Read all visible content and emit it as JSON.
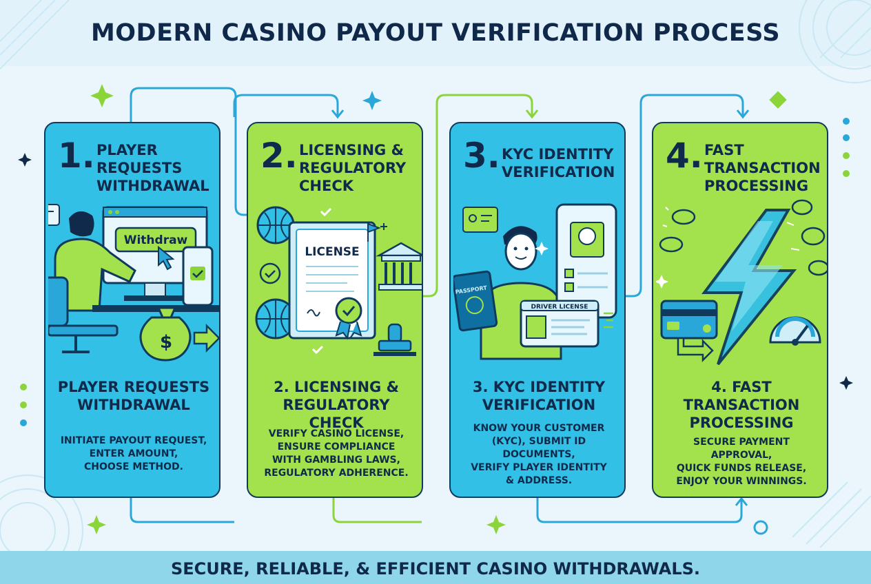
{
  "title": "MODERN CASINO PAYOUT VERIFICATION PROCESS",
  "footer": "SECURE, RELIABLE, & EFFICIENT CASINO WITHDRAWALS.",
  "colors": {
    "blue_card": "#33c0e6",
    "green_card": "#a3e24d",
    "outline": "#0f3a5c",
    "text": "#10294a",
    "connector_blue": "#2aa7d9",
    "connector_green": "#8bd43a"
  },
  "steps": [
    {
      "number": "1.",
      "heading": [
        "PLAYER",
        "REQUESTS",
        "WITHDRAWAL"
      ],
      "subheading": [
        "PLAYER REQUESTS",
        "WITHDRAWAL"
      ],
      "description": [
        "INITIATE PAYOUT REQUEST,",
        "ENTER AMOUNT,",
        "CHOOSE METHOD."
      ],
      "button_label": "Withdraw",
      "icon": "money-bag-icon"
    },
    {
      "number": "2.",
      "heading": [
        "LICENSING &",
        "REGULATORY",
        "CHECK"
      ],
      "subheading": [
        "2. LICENSING &",
        "REGULATORY CHECK"
      ],
      "description": [
        "VERIFY CASINO LICENSE,",
        "ENSURE COMPLIANCE",
        "WITH GAMBLING LAWS,",
        "REGULATORY ADHERENCE."
      ],
      "license_label": "LICENSE",
      "icon": "license-certificate-icon"
    },
    {
      "number": "3.",
      "heading": [
        "KYC IDENTITY",
        "VERIFICATION"
      ],
      "subheading": [
        "3. KYC IDENTITY",
        "VERIFICATION"
      ],
      "description": [
        "KNOW YOUR CUSTOMER",
        "(KYC), SUBMIT ID",
        "DOCUMENTS,",
        "VERIFY PLAYER IDENTITY",
        "& ADDRESS."
      ],
      "passport_label": "PASSPORT",
      "driver_license_label": "DRIVER LICENSE",
      "icon": "id-card-icon"
    },
    {
      "number": "4.",
      "heading": [
        "FAST",
        "TRANSACTION",
        "PROCESSING"
      ],
      "subheading": [
        "4. FAST",
        "TRANSACTION",
        "PROCESSING"
      ],
      "description": [
        "SECURE PAYMENT",
        "APPROVAL,",
        "QUICK FUNDS RELEASE,",
        "ENJOY YOUR WINNINGS."
      ],
      "icon": "lightning-bolt-icon"
    }
  ]
}
